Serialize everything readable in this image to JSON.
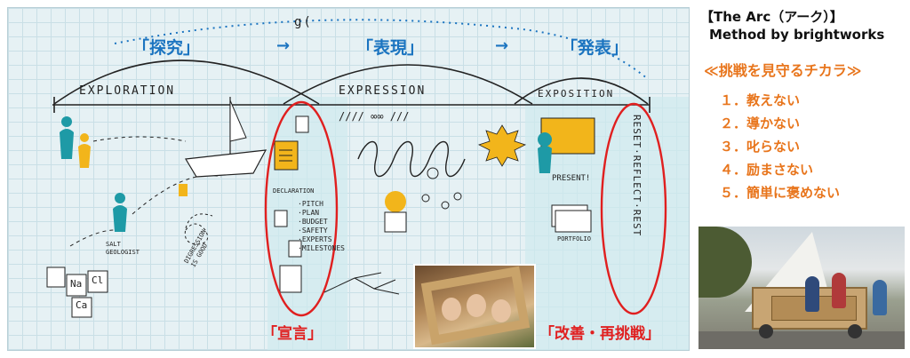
{
  "board": {
    "headings": {
      "inquiry": "「探究」",
      "expression": "「表現」",
      "presentation": "「発表」",
      "arrow": "→",
      "top_mark": "g("
    },
    "phase_labels": {
      "exploration": "EXPLORATION",
      "expression": "EXPRESSION",
      "exposition": "EXPOSITION"
    },
    "sketch_notes": {
      "salt_geologist": "SALT\nGEOLOGIST",
      "digression": "DIGRESSION\nIS GOOD",
      "declaration": "DECLARATION",
      "plan_list": "·PITCH\n·PLAN\n·BUDGET\n·SAFETY\n·EXPERTS\n·MILESTONES",
      "present": "PRESENT!",
      "portfolio": "PORTFOLIO",
      "reset": "RESET·REFLECT·REST",
      "slashes": "//// ∞∞ ///",
      "element_na": "Na",
      "element_cl": "Cl",
      "element_ca": "Ca"
    },
    "red_labels": {
      "declaration": "「宣言」",
      "improve": "「改善・再挑戦」"
    },
    "colors": {
      "blue": "#1b74c0",
      "red": "#e01f1f",
      "teal_figure": "#1e9aa6",
      "yellow": "#f2b51b",
      "grid": "#e6f1f4"
    }
  },
  "panel": {
    "title_line1": "【The Arc（アーク）】",
    "title_line2": "Method by brightworks",
    "subtitle": "≪挑戦を見守るチカラ≫",
    "rules": [
      "１．教えない",
      "２．導かない",
      "３．叱らない",
      "４．励まさない",
      "５．簡単に褒めない"
    ],
    "accent_color": "#e8751c"
  }
}
